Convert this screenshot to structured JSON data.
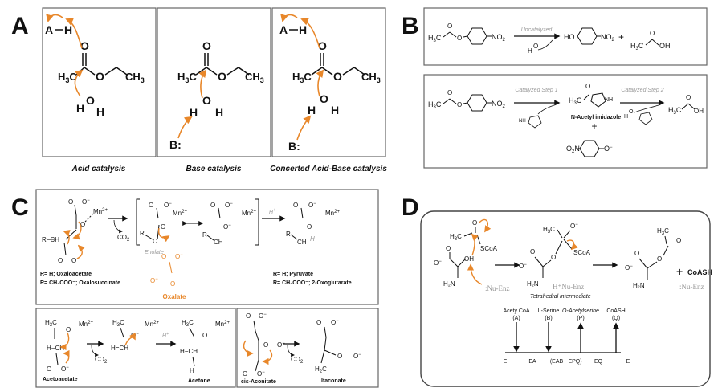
{
  "panel_labels": {
    "a": "A",
    "b": "B",
    "c": "C",
    "d": "D"
  },
  "panel_a": {
    "captions": [
      "Acid catalysis",
      "Base catalysis",
      "Concerted Acid-Base catalysis"
    ],
    "atoms": {
      "acid": "A",
      "h": "H",
      "o": "O",
      "ch3": "CH",
      "h3c": "H",
      "sub3": "3",
      "base": "B:"
    }
  },
  "panel_b": {
    "uncatalyzed": "Uncatalyzed",
    "step1": "Catalyzed Step 1",
    "step2": "Catalyzed Step 2",
    "intermediate": "N-Acetyl imidazole",
    "plus": "+",
    "no2": "NO",
    "oh": "OH",
    "ho": "HO",
    "nh": "NH"
  },
  "panel_c": {
    "enolate": "Enolate",
    "oxalate": "Oxalate",
    "co2": "CO",
    "hplus": "H",
    "mn": "Mn",
    "r_defs_left": [
      "R= H; Oxaloacetate",
      "R= CH₂COO⁻; Oxalosuccinate"
    ],
    "r_defs_right": [
      "R= H; Pyruvate",
      "R= CH₂COO⁻; 2-Oxoglutarate"
    ],
    "acetoacetate": "Acetoacetate",
    "acetone": "Acetone",
    "cis_aconitate": "cis-Aconitate",
    "itaconate": "Itaconate"
  },
  "panel_d": {
    "scoa": "SCoA",
    "nu_enz": ":Nu-Enz",
    "h_nu_enz": "H⁺Nu-Enz",
    "tetrahedral": "Tetrahedral intermediate",
    "coash": "CoASH",
    "plus": "+",
    "h2n": "H₂N",
    "oh": "OH",
    "o": "O",
    "mechanism": {
      "top_labels": [
        {
          "name": "Acety CoA",
          "sub": "(A)"
        },
        {
          "name": "L-Serine",
          "sub": "(B)"
        },
        {
          "name": "O-Acetylserine",
          "sub": "(P)"
        },
        {
          "name": "CoASH",
          "sub": "(Q)"
        }
      ],
      "bottom_labels": [
        "E",
        "EA",
        "(EAB",
        "EPQ)",
        "EQ",
        "E"
      ],
      "arrows_direction": [
        "down",
        "down",
        "up",
        "up"
      ]
    }
  },
  "colors": {
    "arrow": "#e8872a",
    "text": "#111111",
    "box": "#666666",
    "grey": "#9a9a9a"
  }
}
